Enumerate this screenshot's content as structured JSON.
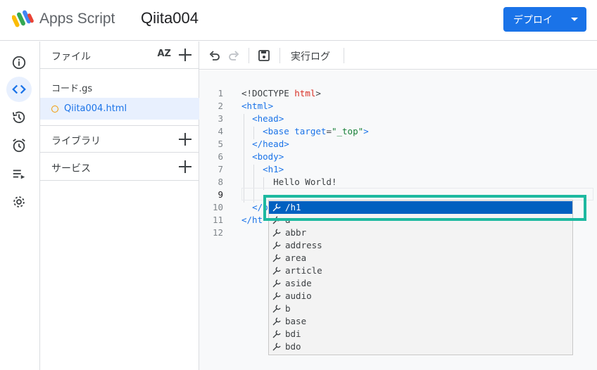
{
  "header": {
    "app_name": "Apps Script",
    "project_name": "Qiita004",
    "deploy_label": "デプロイ"
  },
  "rail": {
    "items": [
      {
        "icon": "info-icon",
        "active": false
      },
      {
        "icon": "code-icon",
        "active": true
      },
      {
        "icon": "history-icon",
        "active": false
      },
      {
        "icon": "alarm-icon",
        "active": false
      },
      {
        "icon": "executions-icon",
        "active": false
      },
      {
        "icon": "gear-icon",
        "active": false
      }
    ]
  },
  "files": {
    "header_label": "ファイル",
    "sort_label": "AZ",
    "items": [
      {
        "name": "コード.gs",
        "selected": false
      },
      {
        "name": "Qiita004.html",
        "selected": true
      }
    ],
    "libraries_label": "ライブラリ",
    "services_label": "サービス"
  },
  "toolbar": {
    "exec_log_label": "実行ログ"
  },
  "code": {
    "line_numbers": [
      "1",
      "2",
      "3",
      "4",
      "5",
      "6",
      "7",
      "8",
      "9",
      "10",
      "11",
      "12"
    ]
  },
  "autocomplete": {
    "items": [
      "/h1",
      "a",
      "abbr",
      "address",
      "area",
      "article",
      "aside",
      "audio",
      "b",
      "base",
      "bdi",
      "bdo"
    ],
    "selected_index": 0
  },
  "colors": {
    "accent": "#1a73e8",
    "highlight": "#1db9a0",
    "suggest_selected": "#0060c0"
  }
}
